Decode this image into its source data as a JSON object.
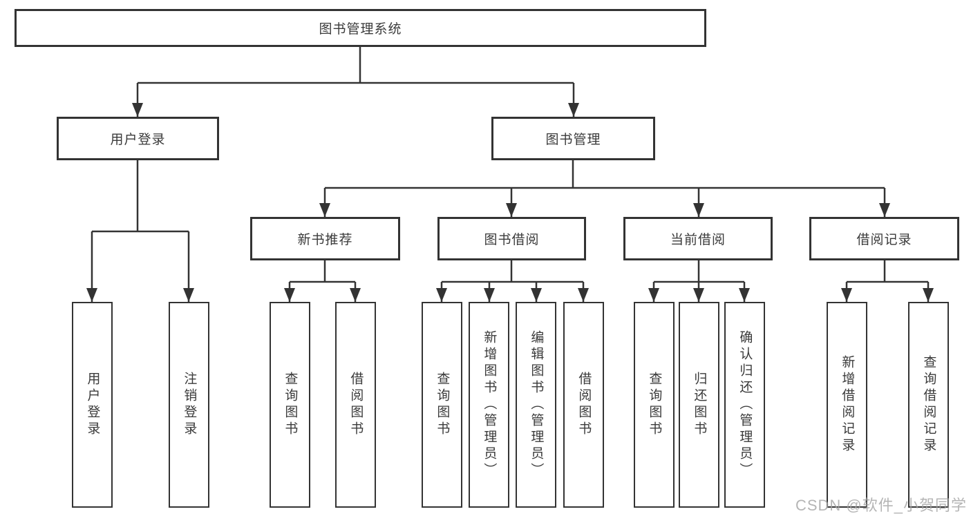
{
  "diagram": {
    "root": {
      "label": "图书管理系统"
    },
    "level2": [
      {
        "label": "用户登录"
      },
      {
        "label": "图书管理"
      }
    ],
    "level3": [
      {
        "label": "新书推荐"
      },
      {
        "label": "图书借阅"
      },
      {
        "label": "当前借阅"
      },
      {
        "label": "借阅记录"
      }
    ],
    "leaves": {
      "user_login": [
        "用户登录",
        "注销登录"
      ],
      "new_book": [
        "查询图书",
        "借阅图书"
      ],
      "borrow": [
        "查询图书",
        "新增图书（管理员）",
        "编辑图书（管理员）",
        "借阅图书"
      ],
      "current": [
        "查询图书",
        "归还图书",
        "确认归还（管理员）"
      ],
      "records": [
        "新增借阅记录",
        "查询借阅记录"
      ]
    }
  },
  "watermark": {
    "text": "CSDN @软件_小贺同学"
  },
  "colors": {
    "line": "#333333",
    "text": "#3a3a3a",
    "box_background": "#ffffff",
    "watermark": "#a2a2a2",
    "page_background": "#ffffff"
  }
}
